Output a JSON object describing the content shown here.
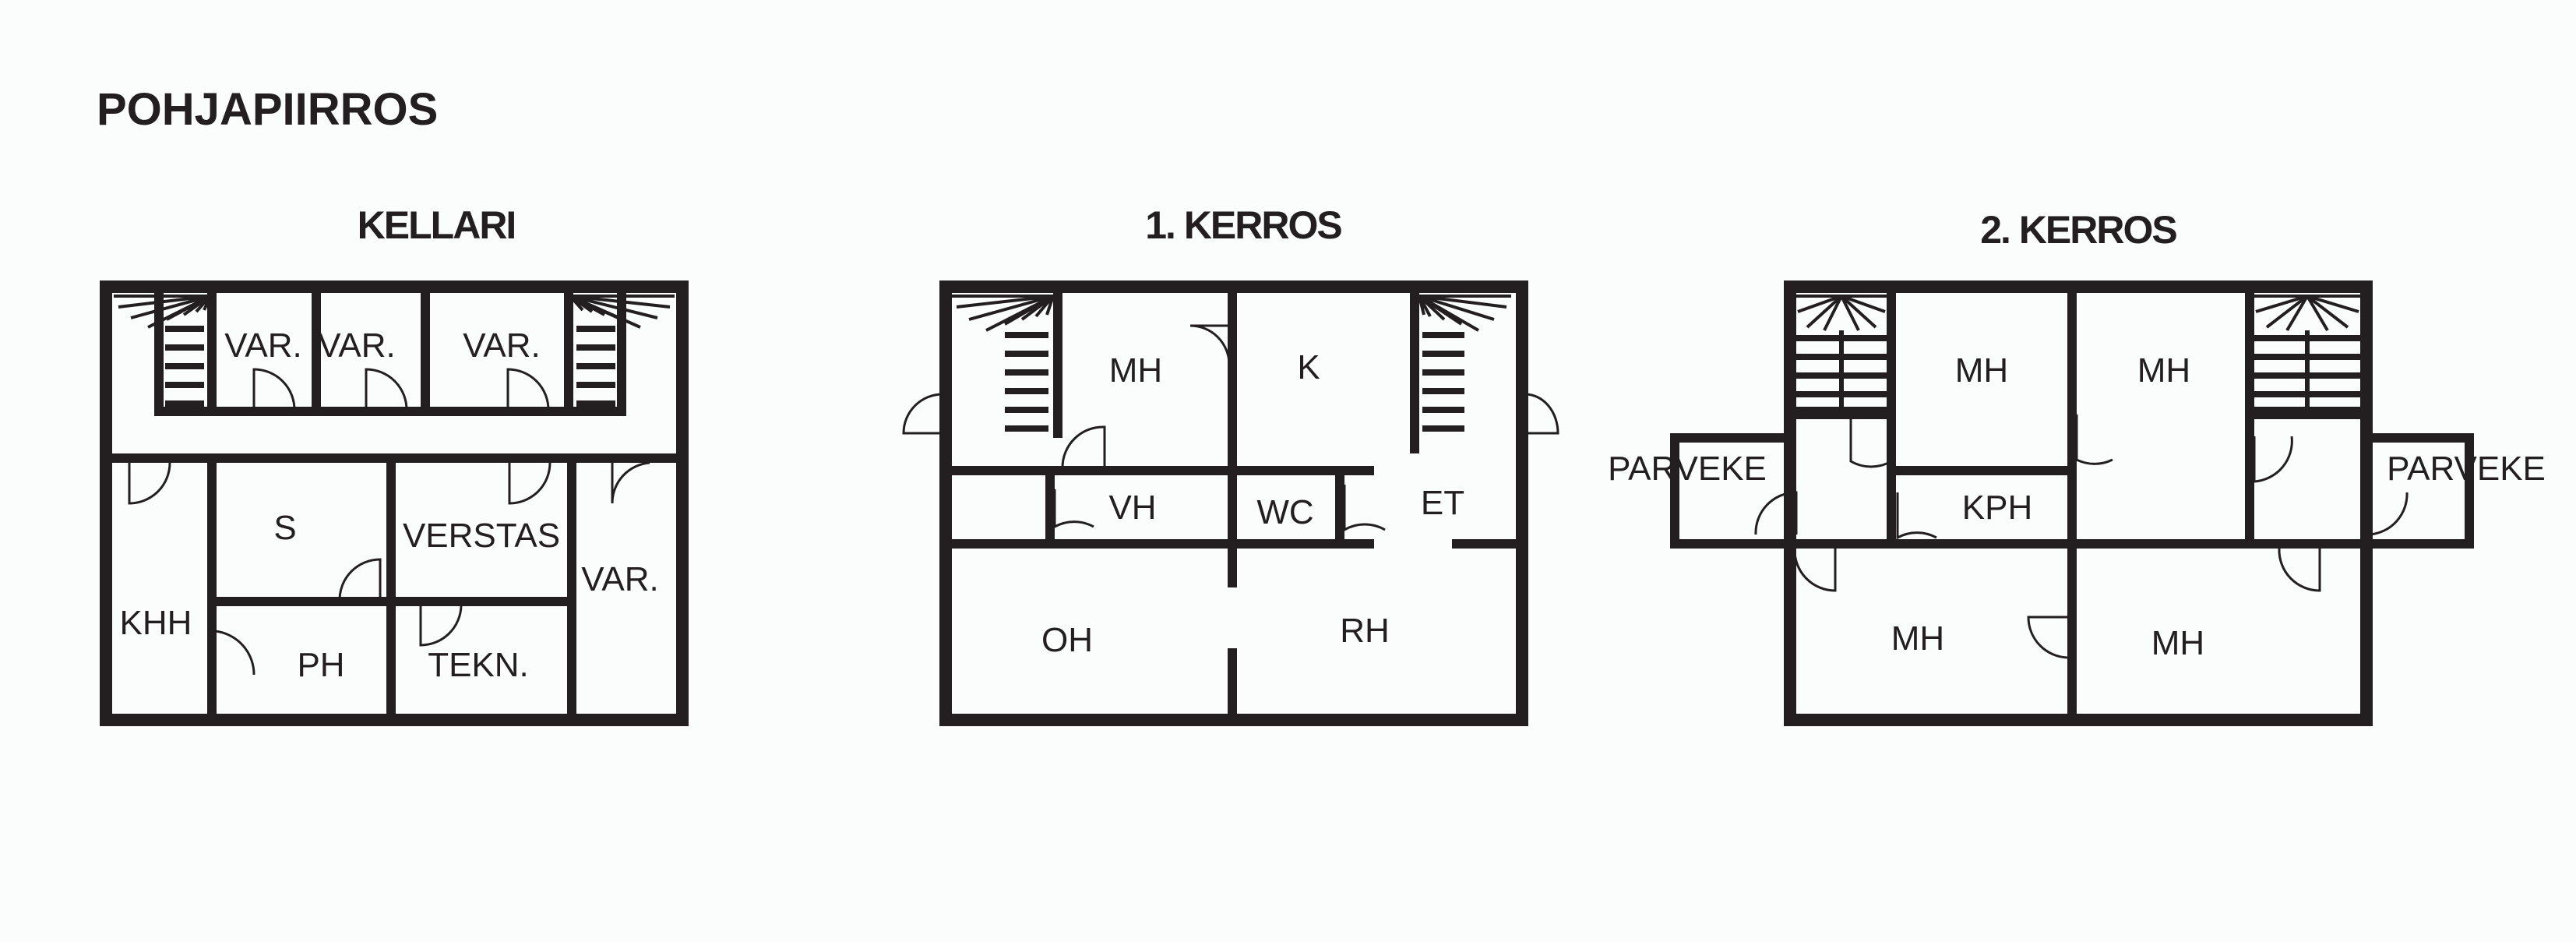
{
  "title": "POHJAPIIRROS",
  "floors": [
    {
      "name": "KELLARI",
      "rooms": [
        "VAR.",
        "VAR.",
        "VAR.",
        "S",
        "VERSTAS",
        "VAR.",
        "KHH",
        "PH",
        "TEKN."
      ]
    },
    {
      "name": "1.  KERROS",
      "rooms": [
        "MH",
        "K",
        "VH",
        "WC",
        "ET",
        "OH",
        "RH"
      ]
    },
    {
      "name": "2.  KERROS",
      "rooms": [
        "MH",
        "MH",
        "KPH",
        "PARVEKE",
        "PARVEKE",
        "MH",
        "MH"
      ]
    }
  ]
}
